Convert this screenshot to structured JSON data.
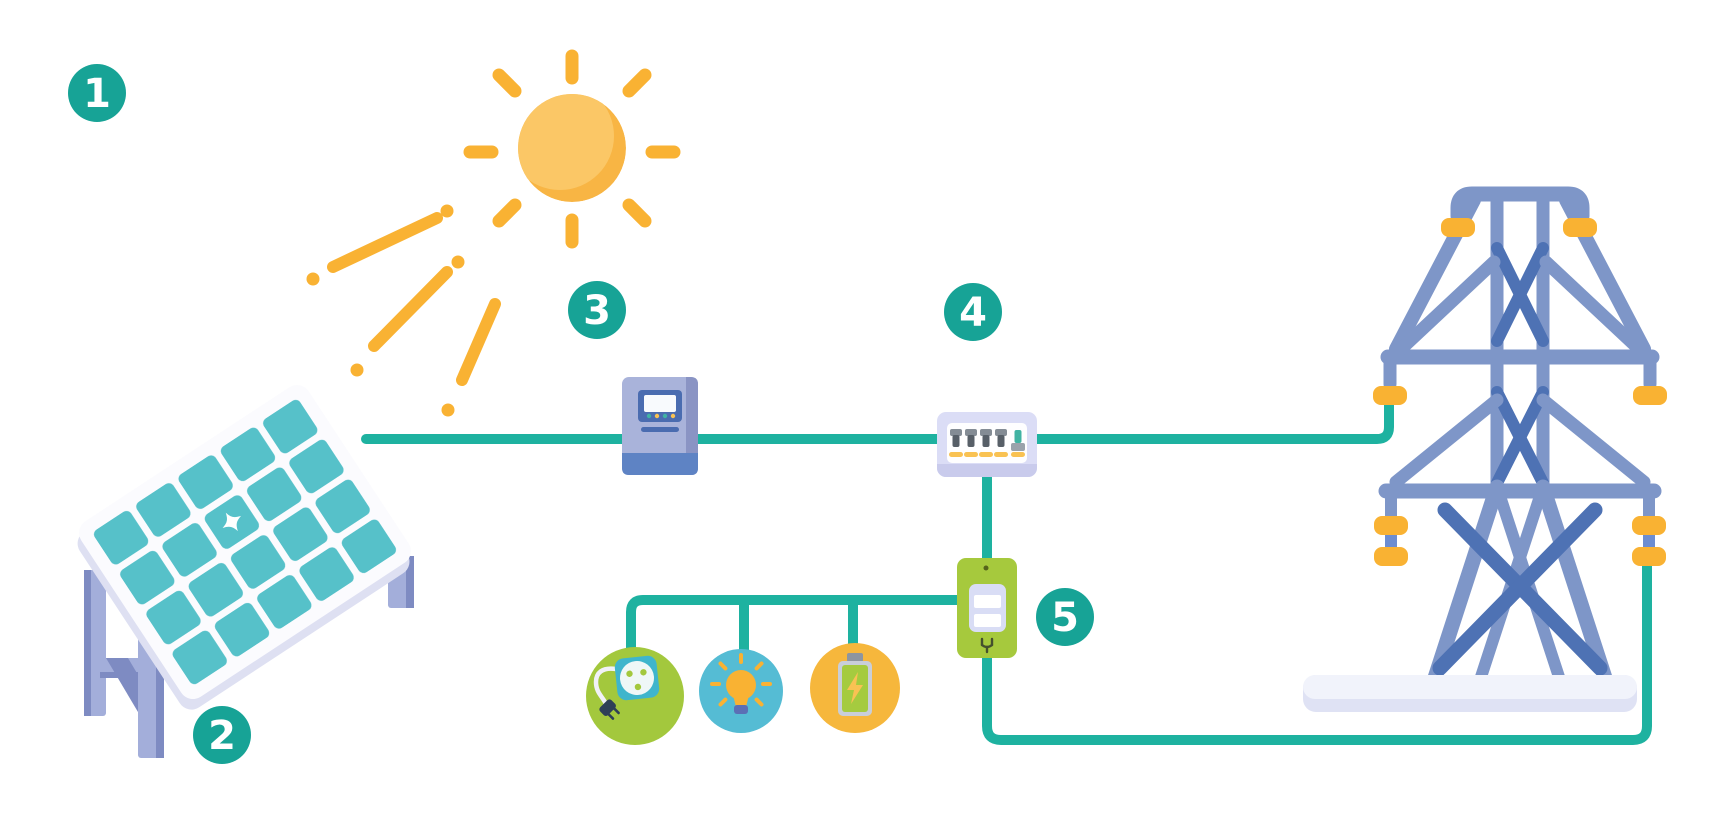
{
  "diagram": {
    "title": "Grid-connected solar power system diagram",
    "badges": [
      {
        "number": "1",
        "points_to": "sun"
      },
      {
        "number": "2",
        "points_to": "solar-panel"
      },
      {
        "number": "3",
        "points_to": "inverter"
      },
      {
        "number": "4",
        "points_to": "distribution-box"
      },
      {
        "number": "5",
        "points_to": "electricity-meter"
      }
    ],
    "icons": [
      "sun-icon",
      "sunbeam-rays-icon",
      "solar-panel-icon",
      "inverter-icon",
      "distribution-box-icon",
      "meter-icon",
      "power-socket-icon",
      "lightbulb-icon",
      "battery-icon",
      "transmission-tower-icon",
      "wire-lines"
    ],
    "colors": {
      "badge_teal": "#17A396",
      "wire_teal": "#1EB2A0",
      "sun_body": "#FBC766",
      "sun_shade": "#F8B544",
      "sun_ray": "#F9B233",
      "panel_cell_teal": "#56C1C9",
      "panel_frame_white": "#FBFBFE",
      "stand_light": "#A3AEDA",
      "stand_dark": "#7E8BC2",
      "tower_blue": "#7E96C8",
      "tower_brace_dark": "#4E72B4",
      "insulator_yellow": "#F9B233",
      "inverter_body": "#A9B3DA",
      "inverter_band": "#5E83C4",
      "box_lavender": "#DBDDF6",
      "breaker_dark": "#575F68",
      "breaker_teal": "#41B3A3",
      "meter_green": "#A6C93D",
      "socket_circle_green": "#A3C83D",
      "bulb_circle_teal": "#55BCD4",
      "battery_circle_yellow": "#F6B73C"
    }
  }
}
